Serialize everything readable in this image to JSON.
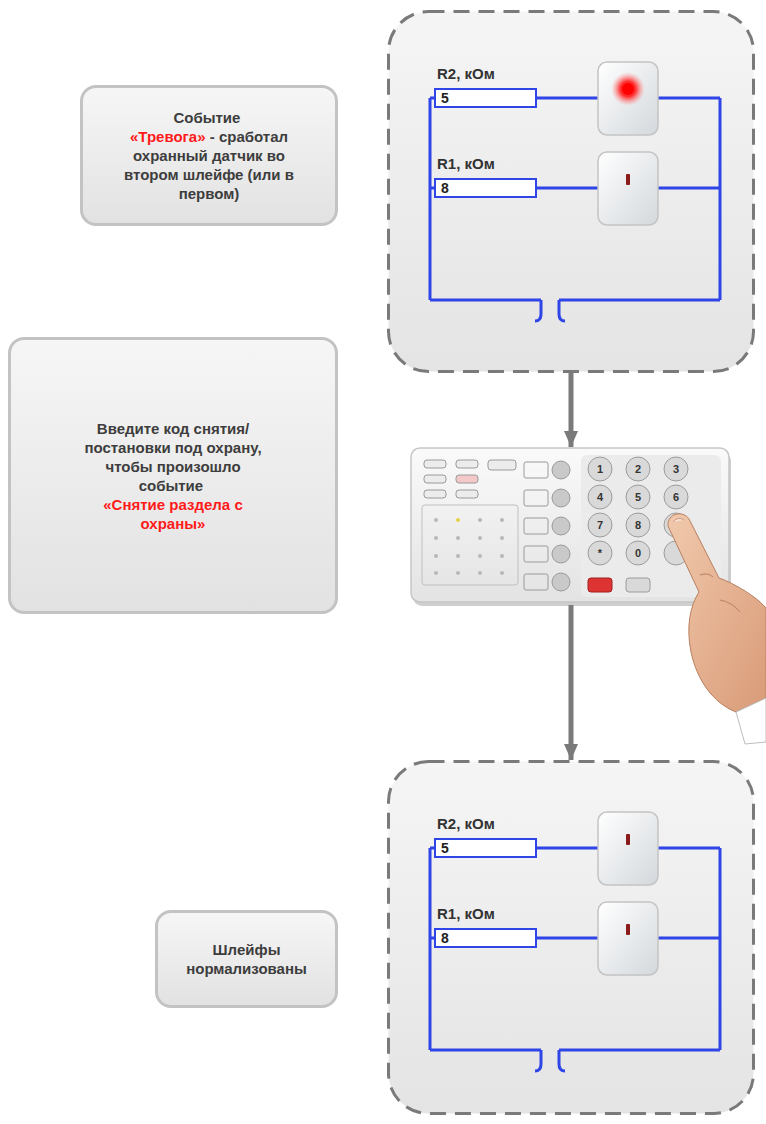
{
  "diagram": {
    "nodes": [
      {
        "text": [
          "Событие",
          "«Тревога»",
          "- сработал охранный датчик во втором шлейфе (или в первом)"
        ]
      },
      {
        "text": []
      },
      {
        "text": [
          "R2, кОм",
          "5"
        ],
        "in": 1
      },
      {
        "text": [
          "R1, кОм",
          "8"
        ],
        "in": 1
      },
      {
        "text": [
          "Введите код снятия/постановки под охрану, чтобы произошло событие",
          "«Снятие раздела с охраны»"
        ]
      },
      {
        "text": [
          "1",
          "2",
          "3",
          "4",
          "5",
          "6",
          "7",
          "8",
          "*",
          "0"
        ]
      },
      {
        "text": [
          "Шлейфы нормализованы"
        ]
      },
      {
        "text": []
      },
      {
        "text": [
          "R2, кОм",
          "5"
        ],
        "in": 7
      },
      {
        "text": [
          "R1, кОм",
          "8"
        ],
        "in": 7
      }
    ],
    "edges": [
      {
        "from": 1,
        "to": 5,
        "arrow": "to"
      },
      {
        "from": 5,
        "to": 7,
        "arrow": "to"
      }
    ]
  }
}
